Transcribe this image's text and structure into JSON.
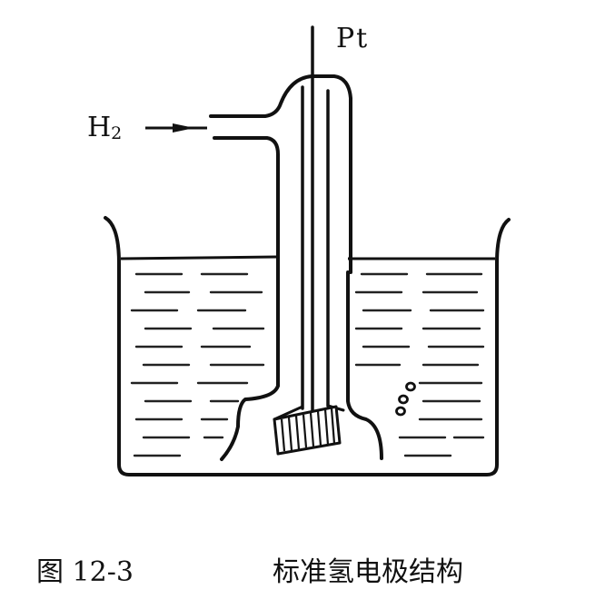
{
  "labels": {
    "pt": "Pt",
    "h2_main": "H",
    "h2_sub": "2"
  },
  "caption": {
    "number": "图 12-3",
    "title": "标准氢电极结构"
  }
}
